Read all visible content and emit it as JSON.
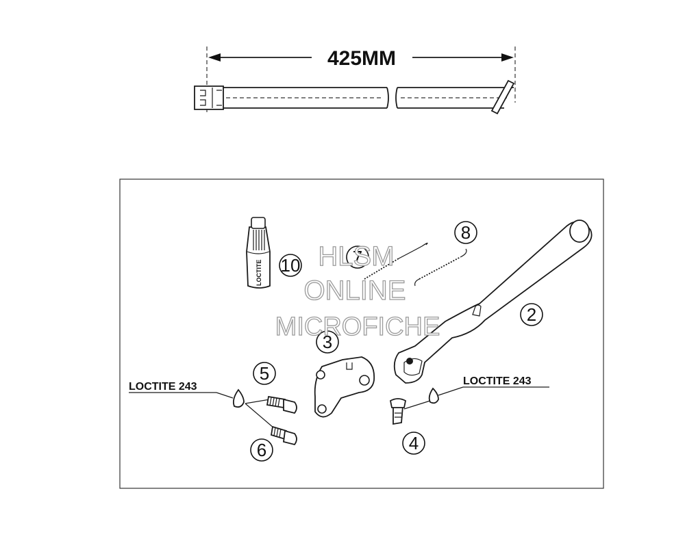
{
  "dimension": {
    "label": "425MM"
  },
  "callouts": [
    "2",
    "3",
    "4",
    "5",
    "6",
    "7",
    "8",
    "10"
  ],
  "loctite_labels": {
    "left": "LOCTITE 243",
    "right": "LOCTITE 243"
  },
  "bottle_label": "LOCTITE",
  "watermark": {
    "line1": "HLSM",
    "line2": "ONLINE",
    "line3": "MICROFICHE"
  }
}
